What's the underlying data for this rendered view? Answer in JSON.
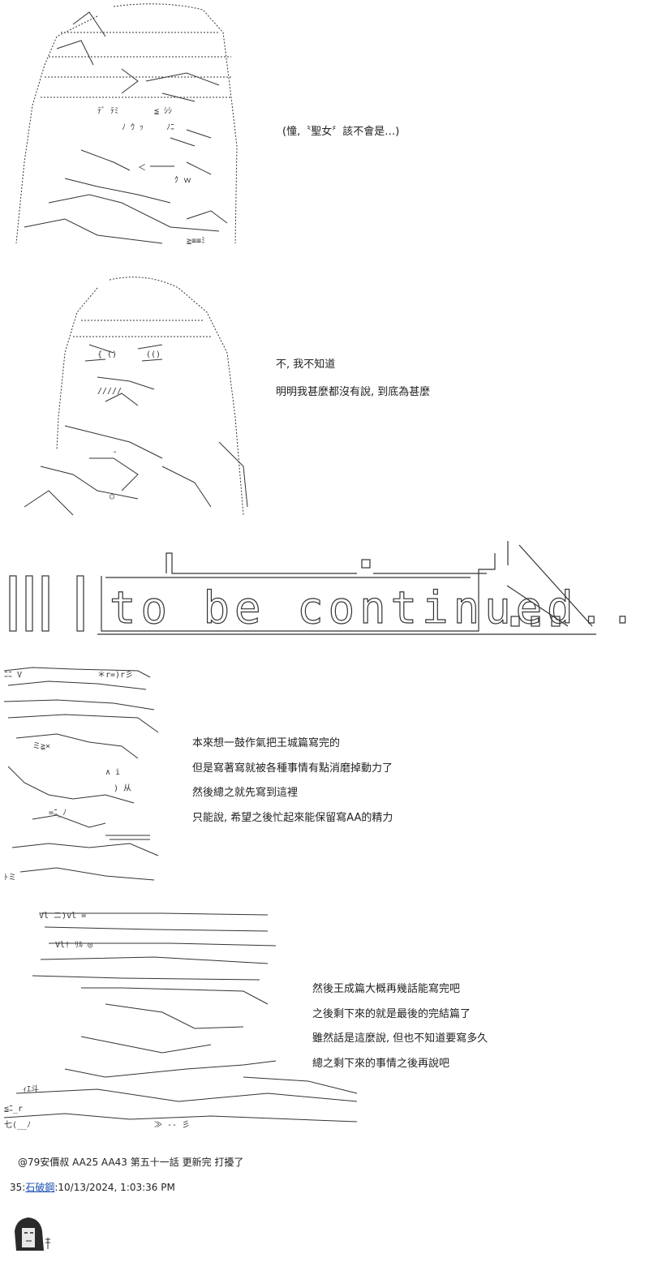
{
  "panels": [
    {
      "lines": [
        "(憧,〝聖女〞該不會是…)"
      ]
    },
    {
      "lines": [
        "不, 我不知道",
        "明明我甚麼都沒有說, 到底為甚麼"
      ]
    },
    {
      "lines": [
        "本來想一鼓作氣把王城篇寫完的",
        "但是寫著寫就被各種事情有點消磨掉動力了",
        "然後總之就先寫到這裡",
        "只能說, 希望之後忙起來能保留寫AA的精力"
      ]
    },
    {
      "lines": [
        "然後王成篇大概再幾話能寫完吧",
        "之後剩下來的就是最後的完結篇了",
        "雖然話是這麼說, 但也不知道要寫多久",
        "總之剩下來的事情之後再說吧"
      ]
    }
  ],
  "banner": {
    "text": "to be continued..."
  },
  "footer": {
    "title": "@79安價叔 AA25 AA43 第五十一話 更新完 打擾了",
    "post_number": "35",
    "author": "石破鋼",
    "timestamp": ":10/13/2024, 1:03:36 PM"
  },
  "avatar": {
    "icon": "character-avatar-icon"
  }
}
